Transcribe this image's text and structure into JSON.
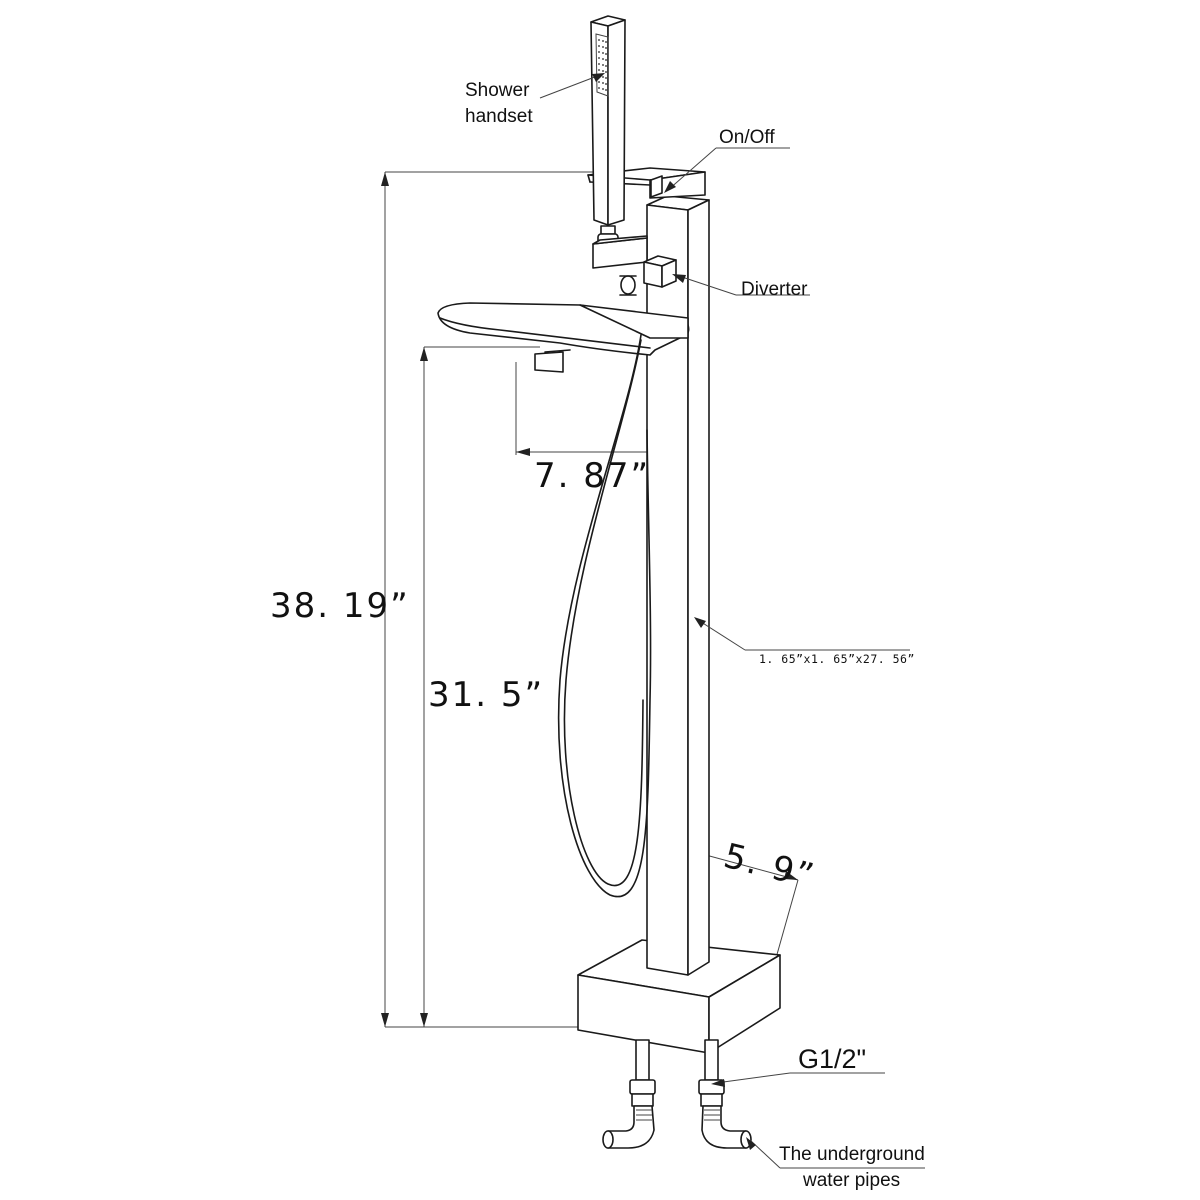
{
  "labels": {
    "shower_handset_line1": "Shower",
    "shower_handset_line2": "handset",
    "on_off": "On/Off",
    "diverter": "Diverter",
    "pipe_thread": "G1/2\"",
    "water_pipes_line1": "The underground",
    "water_pipes_line2": "water pipes"
  },
  "dimensions": {
    "total_height": "38. 19”",
    "spout_height": "31. 5”",
    "spout_reach": "7. 87”",
    "base_size": "5. 9”",
    "column_size": "1. 65”x1. 65”x27. 56”"
  },
  "colors": {
    "line": "#1a1a1a",
    "background": "#ffffff"
  }
}
